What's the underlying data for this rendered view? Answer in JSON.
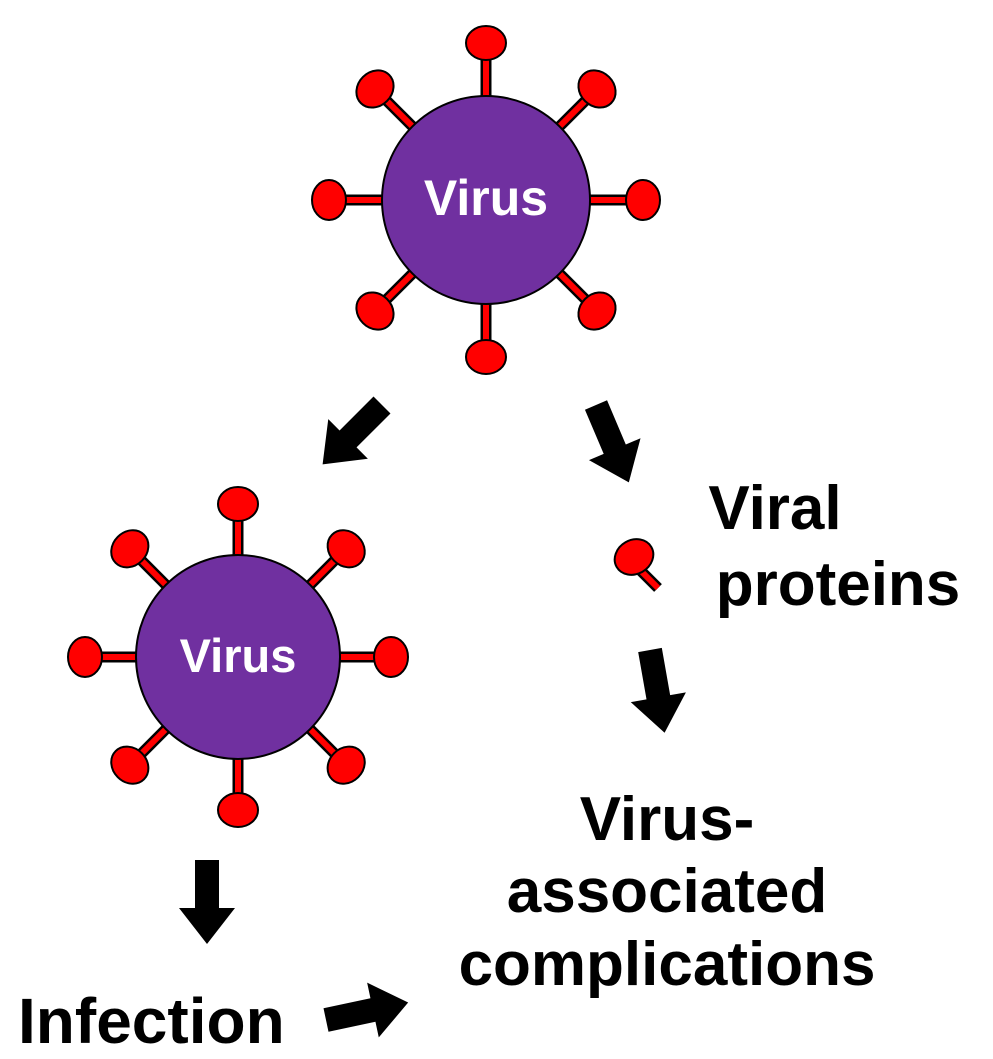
{
  "colors": {
    "virus_body": "#7030a0",
    "spike": "#ff0000",
    "outline": "#000000",
    "arrow": "#000000",
    "text": "#000000",
    "virus_text": "#ffffff"
  },
  "viruses": [
    {
      "label": "Virus"
    },
    {
      "label": "Virus"
    }
  ],
  "viral_proteins": {
    "line1": "Viral",
    "line2": "proteins"
  },
  "complications": {
    "line1": "Virus-",
    "line2": "associated",
    "line3": "complications"
  },
  "infection": {
    "label": "Infection"
  },
  "icons": [
    "virus-icon",
    "viral-protein-icon",
    "arrow-icon"
  ]
}
